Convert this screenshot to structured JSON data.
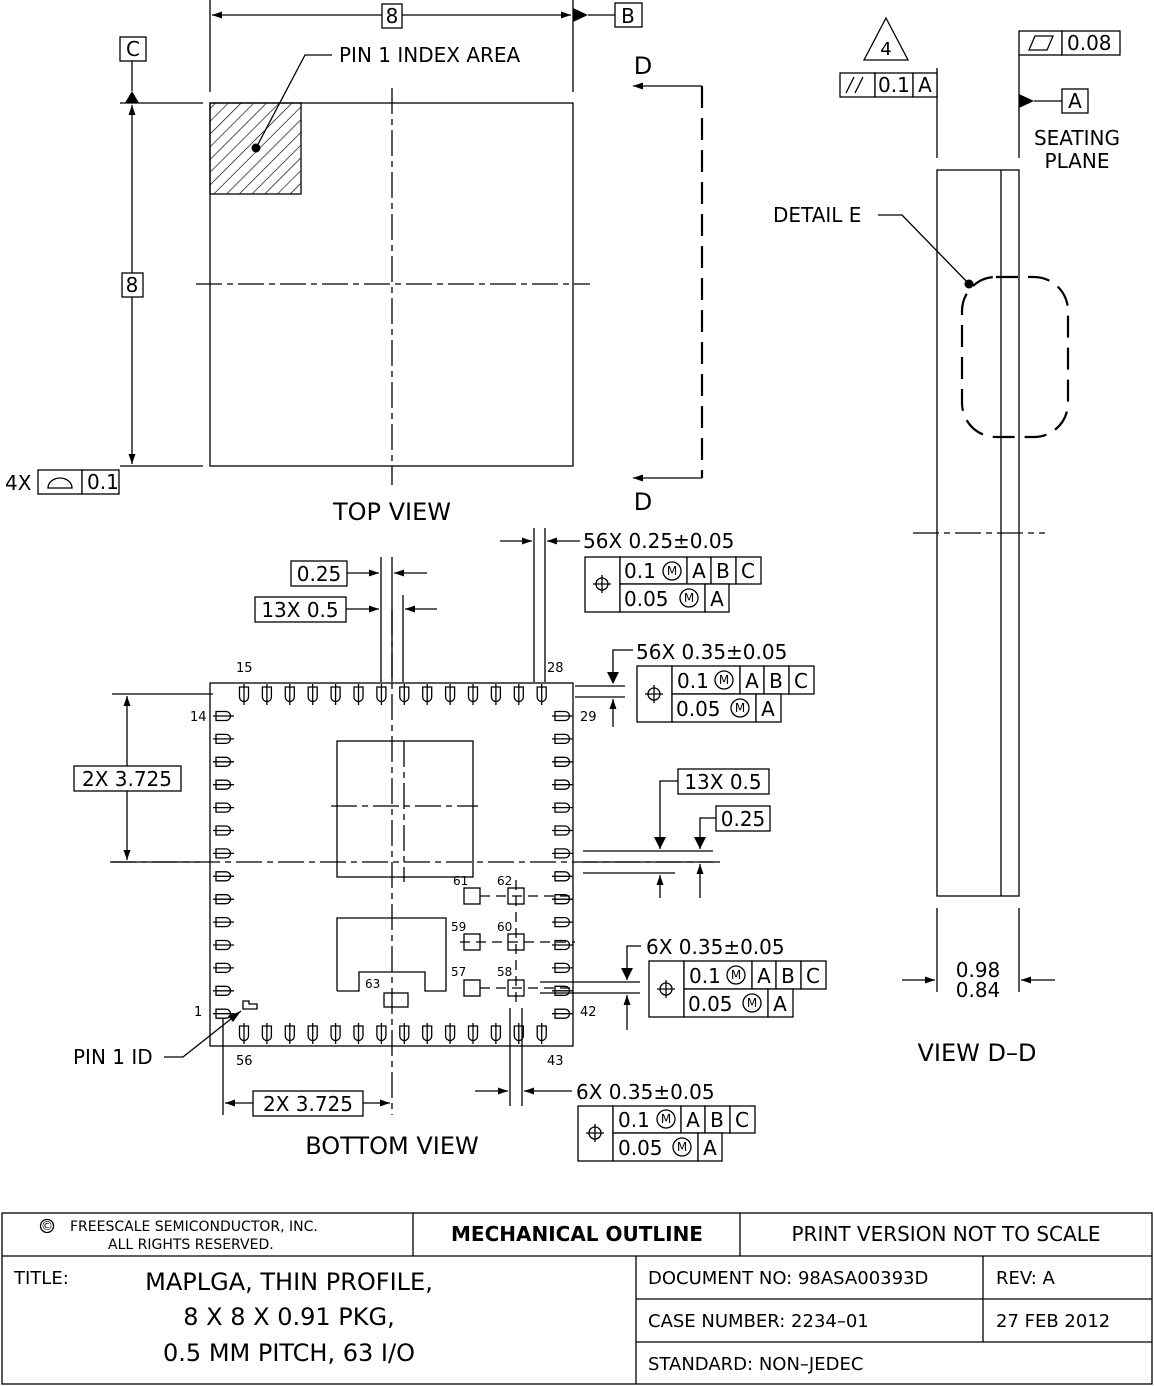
{
  "top_view": {
    "label": "TOP VIEW",
    "width_dim": "8",
    "height_dim": "8",
    "datum_b": "B",
    "datum_c": "C",
    "pin1_index_label": "PIN 1 INDEX AREA",
    "section_label_top": "D",
    "section_label_bottom": "D",
    "profile_count": "4X",
    "profile_tol": "0.1"
  },
  "side_view": {
    "label": "VIEW D–D",
    "note_number": "4",
    "parallelism_tol": "0.1",
    "parallelism_datum": "A",
    "flatness_tol": "0.08",
    "datum_a": "A",
    "seating_plane_line1": "SEATING",
    "seating_plane_line2": "PLANE",
    "detail_label": "DETAIL E",
    "height_max": "0.98",
    "height_min": "0.84"
  },
  "bottom_view": {
    "label": "BOTTOM VIEW",
    "pad_width_pitch_top": "0.25",
    "pad_count_pitch_top": "13X 0.5",
    "pad_size_top": "56X 0.25±0.05",
    "pad_size_right": "56X 0.35±0.05",
    "pitch_right": "13X 0.5",
    "pad_width_right": "0.25",
    "corner_pad_size_right": "6X 0.35±0.05",
    "corner_pad_size_bottom": "6X 0.35±0.05",
    "half_span_left": "2X 3.725",
    "half_span_bottom": "2X 3.725",
    "pin1_id_label": "PIN 1 ID",
    "fcf_row1_tol": "0.1",
    "fcf_row1_d1": "A",
    "fcf_row1_d2": "B",
    "fcf_row1_d3": "C",
    "fcf_row2_tol": "0.05",
    "fcf_row2_d1": "A",
    "modifier": "M",
    "pins": {
      "p1": "1",
      "p14": "14",
      "p15": "15",
      "p28": "28",
      "p29": "29",
      "p42": "42",
      "p43": "43",
      "p56": "56",
      "p57": "57",
      "p58": "58",
      "p59": "59",
      "p60": "60",
      "p61": "61",
      "p62": "62",
      "p63": "63"
    }
  },
  "title_block": {
    "copyright_line1": "FREESCALE SEMICONDUCTOR, INC.",
    "copyright_line2": "ALL RIGHTS RESERVED.",
    "copyright_symbol": "©",
    "mechanical_outline": "MECHANICAL OUTLINE",
    "print_version": "PRINT VERSION NOT TO SCALE",
    "title_label": "TITLE:",
    "title_line1": "MAPLGA, THIN PROFILE,",
    "title_line2": "8 X 8 X 0.91 PKG,",
    "title_line3": "0.5 MM PITCH, 63 I/O",
    "document_no": "DOCUMENT NO: 98ASA00393D",
    "rev": "REV: A",
    "case_number": "CASE NUMBER: 2234–01",
    "date": "27 FEB 2012",
    "standard": "STANDARD: NON–JEDEC"
  }
}
